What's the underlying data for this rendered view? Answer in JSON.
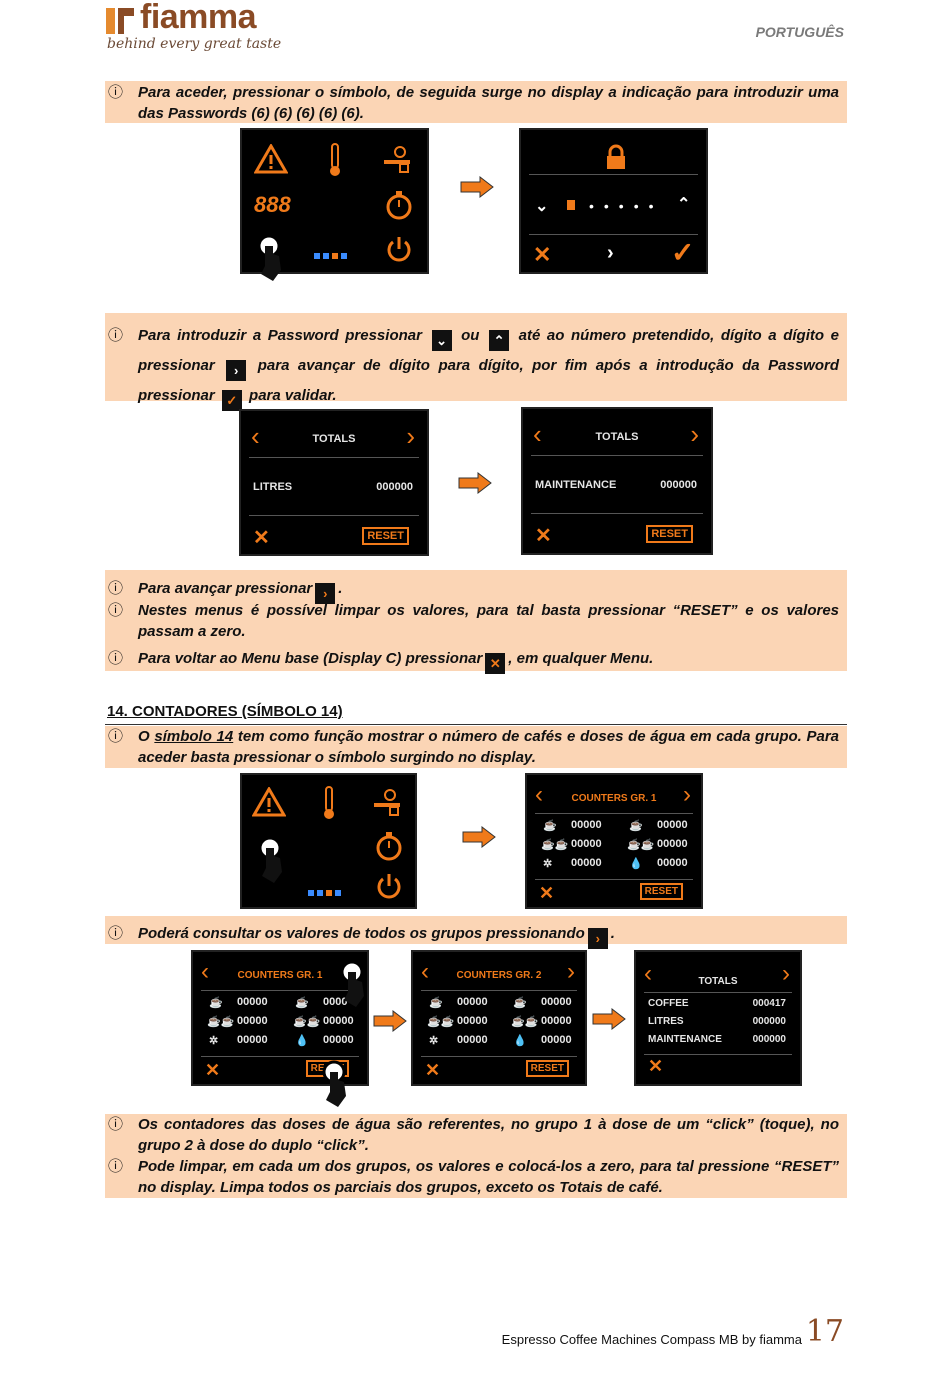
{
  "header": {
    "brand": "fiamma",
    "tagline": "behind every great taste",
    "language": "PORTUGUÊS"
  },
  "blocks": {
    "p1": "Para aceder, pressionar o símbolo, de seguida surge no display a indicação para introduzir uma das Passwords (6) (6) (6) (6) (6).",
    "p2": {
      "a": "Para introduzir a Password pressionar",
      "b": "ou",
      "c": "até ao número pretendido, dígito a dígito e pressionar",
      "d": "para avançar de dígito para dígito, por fim após a introdução da Password pressionar",
      "e": "para validar."
    },
    "p3a": "Para avançar pressionar",
    "p3b": "Nestes menus é possível limpar os valores, para tal basta pressionar “RESET” e os valores passam a zero.",
    "p3c1": "Para voltar ao Menu base (Display C) pressionar",
    "p3c2": ", em qualquer Menu.",
    "section_title": "14. CONTADORES (SÍMBOLO 14)",
    "p4a": "O",
    "p4link": "símbolo 14",
    "p4b": "tem como função mostrar o número de cafés e doses de água em cada grupo. Para aceder basta pressionar o símbolo surgindo no display.",
    "p5": "Poderá consultar os valores de todos os grupos pressionando",
    "p6a": "Os contadores das doses de água são referentes, no grupo 1 à dose de um “click” (toque), no grupo 2 à dose do duplo “click”.",
    "p6b": "Pode limpar, em cada um dos grupos, os valores e colocá-los a zero, para tal pressione “RESET” no display. Limpa todos os parciais dos grupos, exceto os Totais de café."
  },
  "screens": {
    "main_display": {
      "digits": "888"
    },
    "totals1": {
      "title": "TOTALS",
      "label": "LITRES",
      "value": "000000",
      "reset": "RESET"
    },
    "totals2": {
      "title": "TOTALS",
      "label": "MAINTENANCE",
      "value": "000000",
      "reset": "RESET"
    },
    "counters1": {
      "title": "COUNTERS GR. 1",
      "values": [
        "00000",
        "00000",
        "00000",
        "00000",
        "00000",
        "00000"
      ],
      "reset": "RESET"
    },
    "counters1b": {
      "title": "COUNTERS GR. 1",
      "values": [
        "00000",
        "00000",
        "00000",
        "0000",
        "00000",
        "00000"
      ],
      "reset": "RESET"
    },
    "counters2": {
      "title": "COUNTERS GR. 2",
      "values": [
        "00000",
        "00000",
        "00000",
        "00000",
        "00000",
        "00000"
      ],
      "reset": "RESET"
    },
    "totals3": {
      "title": "TOTALS",
      "rows": [
        {
          "label": "COFFEE",
          "value": "000417"
        },
        {
          "label": "LITRES",
          "value": "000000"
        },
        {
          "label": "MAINTENANCE",
          "value": "000000"
        }
      ]
    }
  },
  "footer": {
    "text": "Espresso Coffee Machines Compass MB by fiamma",
    "page": "17"
  },
  "colors": {
    "box_bg": "#fbd5b5",
    "accent": "#f07a1a",
    "brand": "#8a4b25"
  }
}
